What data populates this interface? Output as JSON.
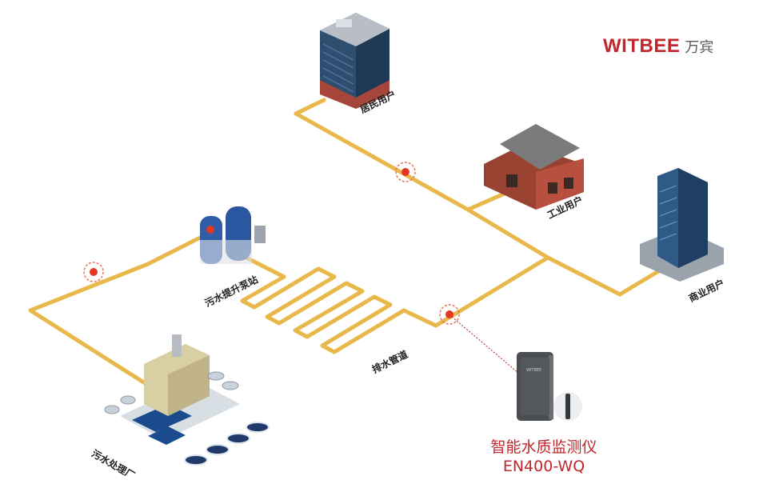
{
  "brand": {
    "name_en": "WITBEE",
    "name_cn": "万宾",
    "color": "#c0262c"
  },
  "labels": {
    "residential": "居民用户",
    "industrial": "工业用户",
    "commercial": "商业用户",
    "pump_station": "污水提升泵站",
    "drain_pipe": "排水管道",
    "treatment_plant": "污水处理厂"
  },
  "device": {
    "name": "智能水质监测仪",
    "model": "EN400-WQ"
  },
  "colors": {
    "pipe": "#e8b84a",
    "marker": "#e53524",
    "marker_ring": "#e8745c",
    "leader": "#a8262c"
  },
  "icons": [
    "residential-building-icon",
    "industrial-building-icon",
    "commercial-tower-icon",
    "pump-station-icon",
    "treatment-plant-icon",
    "water-quality-monitor-icon",
    "monitoring-point-icon"
  ]
}
